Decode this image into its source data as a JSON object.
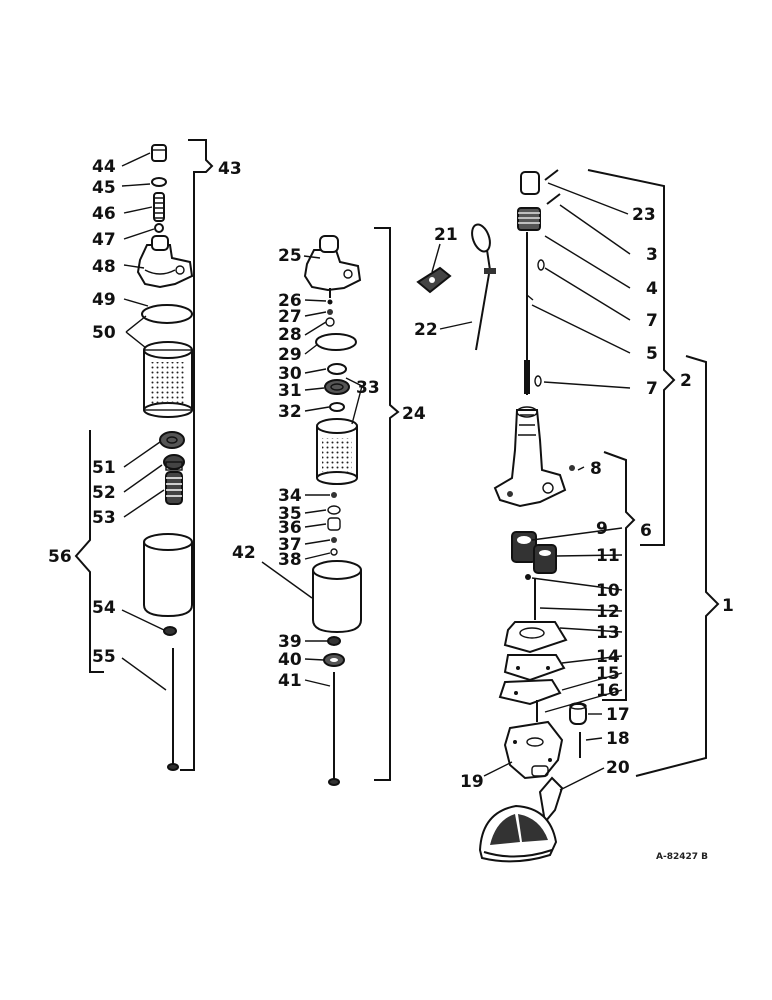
{
  "labels": {
    "l1": "1",
    "l2": "2",
    "l3": "3",
    "l4": "4",
    "l5": "5",
    "l6": "6",
    "l7a": "7",
    "l7b": "7",
    "l8": "8",
    "l9": "9",
    "l10": "10",
    "l11": "11",
    "l12": "12",
    "l13": "13",
    "l14": "14",
    "l15": "15",
    "l16": "16",
    "l17": "17",
    "l18": "18",
    "l19": "19",
    "l20": "20",
    "l21": "21",
    "l22": "22",
    "l23": "23",
    "l24": "24",
    "l25": "25",
    "l26": "26",
    "l27": "27",
    "l28": "28",
    "l29": "29",
    "l30": "30",
    "l31": "31",
    "l32": "32",
    "l33": "33",
    "l34": "34",
    "l35": "35",
    "l36": "36",
    "l37": "37",
    "l38": "38",
    "l39": "39",
    "l40": "40",
    "l41": "41",
    "l42": "42",
    "l43": "43",
    "l44": "44",
    "l45": "45",
    "l46": "46",
    "l47": "47",
    "l48": "48",
    "l49": "49",
    "l50": "50",
    "l51": "51",
    "l52": "52",
    "l53": "53",
    "l54": "54",
    "l55": "55",
    "l56": "56"
  },
  "drawing_code": "A-82427 B",
  "colors": {
    "ink": "#111111",
    "paper": "#ffffff",
    "shade": "#6d6d6d"
  }
}
